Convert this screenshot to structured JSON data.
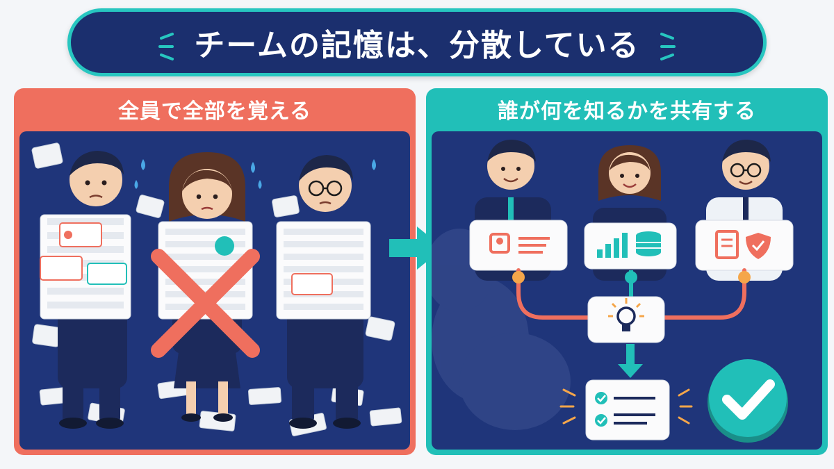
{
  "title": "チームの記憶は、分散している",
  "left_panel": {
    "header": "全員で全部を覚える",
    "status": "cross"
  },
  "right_panel": {
    "header": "誰が何を知るかを共有する",
    "status": "check"
  },
  "icons": {
    "left": [
      "person-card-icon",
      "chart-database-icon",
      "document-shield-icon"
    ],
    "hub": "lightbulb-icon",
    "output": "checklist-icon",
    "result": "checkmark-icon"
  },
  "colors": {
    "navy": "#1b2f6e",
    "teal": "#21bfb8",
    "coral": "#ef6f5e"
  }
}
